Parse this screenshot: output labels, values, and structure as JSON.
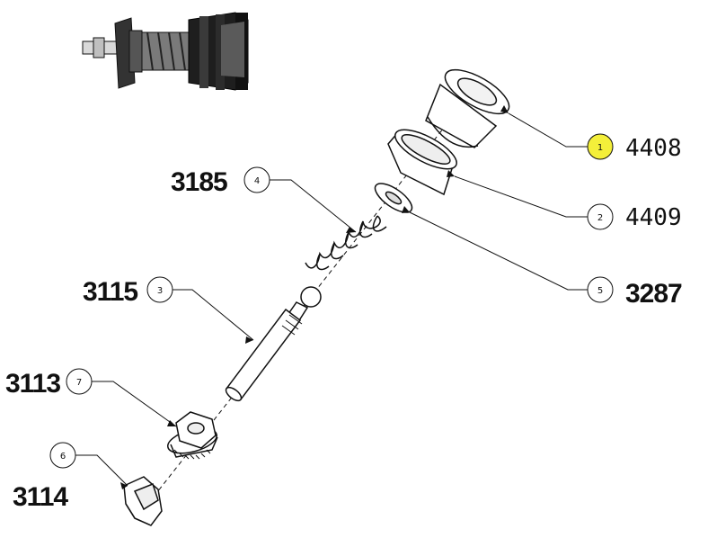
{
  "balloons": [
    {
      "index": "1",
      "part_number": "4408",
      "highlight": "#f4ef3a"
    },
    {
      "index": "2",
      "part_number": "4409"
    },
    {
      "index": "3",
      "part_number": "3115"
    },
    {
      "index": "4",
      "part_number": "3185"
    },
    {
      "index": "5",
      "part_number": "3287"
    },
    {
      "index": "6",
      "part_number": "3114"
    },
    {
      "index": "7",
      "part_number": "3113"
    }
  ],
  "colors": {
    "line": "#111111",
    "balloon_highlight": "#f4ef3a",
    "thumbnail_body": "#222222"
  },
  "icons": {
    "assembly_thumbnail": "assembled-latch-thumbnail-icon"
  }
}
